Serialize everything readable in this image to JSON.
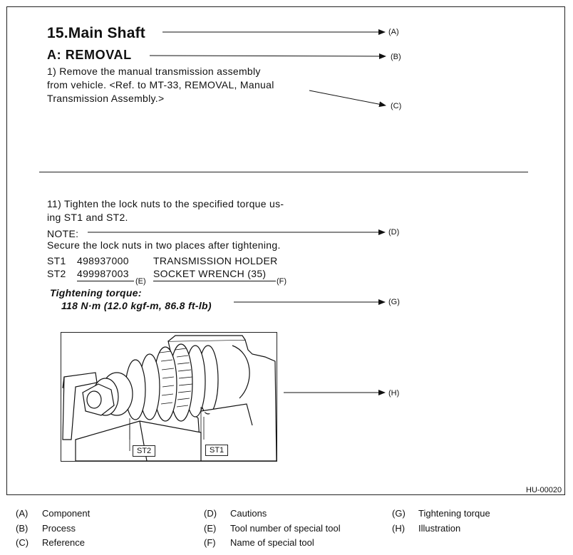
{
  "doc": {
    "title": "15.Main Shaft",
    "subtitle": "A:  REMOVAL",
    "step1": [
      "1) Remove  the  manual  transmission  assembly",
      "from vehicle. <Ref. to MT-33,  REMOVAL, Manual",
      "Transmission Assembly.>"
    ],
    "step11": [
      "11) Tighten the lock nuts to the specified torque us-",
      "ing ST1 and ST2."
    ],
    "note_label": "NOTE:",
    "note_text": "Secure the lock nuts in two places after tightening.",
    "tools": [
      {
        "id": "ST1",
        "number": "498937000",
        "name": "TRANSMISSION  HOLDER"
      },
      {
        "id": "ST2",
        "number": "499987003",
        "name": "SOCKET WRENCH (35)"
      }
    ],
    "sub_e": "(E)",
    "sub_f": "(F)",
    "torque_label": "Tightening  torque:",
    "torque_value": "118 N·m (12.0 kgf-m,  86.8 ft-lb)",
    "illus_tags": [
      "ST2",
      "ST1"
    ],
    "figure_id": "HU-00020"
  },
  "callouts": [
    "(A)",
    "(B)",
    "(C)",
    "(D)",
    "(G)",
    "(H)"
  ],
  "legend": [
    {
      "key": "(A)",
      "label": "Component"
    },
    {
      "key": "(B)",
      "label": "Process"
    },
    {
      "key": "(C)",
      "label": "Reference"
    },
    {
      "key": "(D)",
      "label": "Cautions"
    },
    {
      "key": "(E)",
      "label": "Tool number of special tool"
    },
    {
      "key": "(F)",
      "label": "Name of special tool"
    },
    {
      "key": "(G)",
      "label": "Tightening torque"
    },
    {
      "key": "(H)",
      "label": "Illustration"
    }
  ]
}
